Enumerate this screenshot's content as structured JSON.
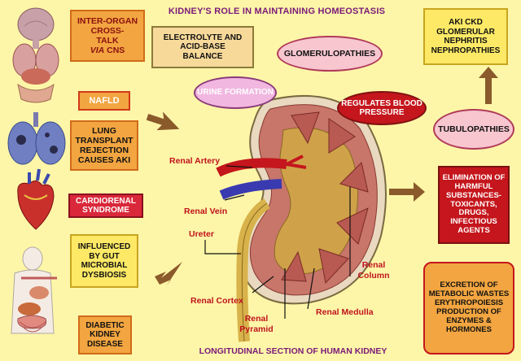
{
  "title": "KIDNEY'S ROLE IN MAINTAINING HOMEOSTASIS",
  "footer": "LONGITUDINAL SECTION OF HUMAN KIDNEY",
  "left_boxes": {
    "cns_line1": "INTER-ORGAN",
    "cns_line2": "CROSS-",
    "cns_line3": "TALK",
    "cns_line4a": "VIA",
    "cns_line4b": " CNS",
    "nafld": "NAFLD",
    "lung": "LUNG TRANSPLANT REJECTION CAUSES AKI",
    "cardiorenal": "CARDIORENAL SYNDROME",
    "gut": "INFLUENCED BY GUT MICROBIAL DYSBIOSIS",
    "diabetic": "DIABETIC KIDNEY DISEASE"
  },
  "top_boxes": {
    "electrolyte": "ELECTROLYTE AND ACID-BASE BALANCE",
    "urine": "URINE FORMATION",
    "glomerulo": "GLOMERULOPATHIES",
    "bp": "REGULATES BLOOD PRESSURE"
  },
  "right_boxes": {
    "aki": "AKI CKD GLOMERULAR NEPHRITIS NEPHROPATHIES",
    "tubulo": "TUBULOPATHIES",
    "elimination": "ELIMINATION OF HARMFUL SUBSTANCES- TOXICANTS, DRUGS, INFECTIOUS AGENTS",
    "excretion": "EXCRETION OF METABOLIC WASTES ERYTHROPOIESIS PRODUCTION OF ENZYMES & HORMONES"
  },
  "labels": {
    "renal_artery": "Renal Artery",
    "renal_vein": "Renal Vein",
    "ureter": "Ureter",
    "renal_column": "Renal Column",
    "renal_cortex": "Renal Cortex",
    "renal_pyramid": "Renal Pyramid",
    "renal_medulla": "Renal Medulla"
  },
  "icons": [
    "brain-lungs-organ-icon",
    "lungs-icon",
    "heart-icon",
    "digestive-system-icon",
    "kidney-illustration"
  ],
  "colors": {
    "background": "#fdf6a8",
    "title": "#7a1a7a",
    "label_red": "#c0131d",
    "arrow_brown": "#8b5a2b",
    "orange_box": "#f2a540",
    "yellow_box": "#fde966",
    "pink_ellipse": "#f7c6cf",
    "crimson_ellipse": "#c4161c"
  }
}
